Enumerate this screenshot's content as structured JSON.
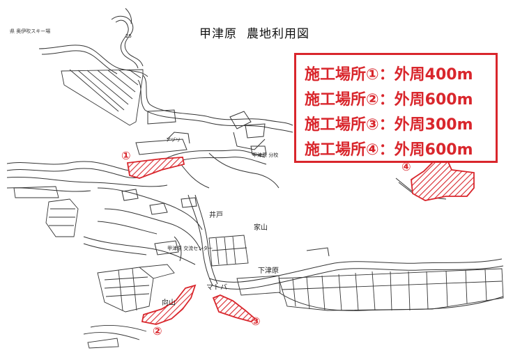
{
  "title": {
    "main": "甲津原",
    "sub": "農地利用図"
  },
  "corner_note": "県 奥伊吹スキー場",
  "legend": [
    {
      "site": "施工場所①",
      "text": "：外周400m"
    },
    {
      "site": "施工場所②",
      "text": "：外周600m"
    },
    {
      "site": "施工場所③",
      "text": "：外周300m"
    },
    {
      "site": "施工場所④",
      "text": "：外周600m"
    }
  ],
  "sites": [
    {
      "marker": "①",
      "perimeter": "400m"
    },
    {
      "marker": "②",
      "perimeter": "600m"
    },
    {
      "marker": "③",
      "perimeter": "300m"
    },
    {
      "marker": "④",
      "perimeter": "600m"
    }
  ],
  "places": {
    "izumi": "井戸",
    "ieyama": "家山",
    "shimotsuhara": "下津原",
    "mukaiyama": "向山",
    "matoba": "マトバ",
    "koutsuhara_branch": "甲津原\n分校",
    "center": "甲津原\n交流センター",
    "azuri": "アヅリ",
    "road_no": "25"
  },
  "colors": {
    "highlight": "#d9262c",
    "line": "#333333"
  }
}
